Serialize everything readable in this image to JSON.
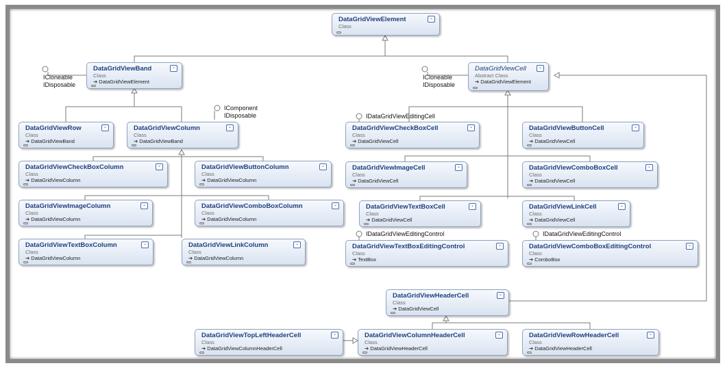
{
  "classes": {
    "dgv_element": {
      "name": "DataGridViewElement",
      "kind": "Class",
      "base": ""
    },
    "dgv_band": {
      "name": "DataGridViewBand",
      "kind": "Class",
      "base": "DataGridViewElement"
    },
    "dgv_cell": {
      "name": "DataGridViewCell",
      "kind": "Abstract Class",
      "base": "DataGridViewElement"
    },
    "dgv_row": {
      "name": "DataGridViewRow",
      "kind": "Class",
      "base": "DataGridViewBand"
    },
    "dgv_column": {
      "name": "DataGridViewColumn",
      "kind": "Class",
      "base": "DataGridViewBand"
    },
    "dgv_checkbox_column": {
      "name": "DataGridViewCheckBoxColumn",
      "kind": "Class",
      "base": "DataGridViewColumn"
    },
    "dgv_button_column": {
      "name": "DataGridViewButtonColumn",
      "kind": "Class",
      "base": "DataGridViewColumn"
    },
    "dgv_image_column": {
      "name": "DataGridViewImageColumn",
      "kind": "Class",
      "base": "DataGridViewColumn"
    },
    "dgv_combobox_column": {
      "name": "DataGridViewComboBoxColumn",
      "kind": "Class",
      "base": "DataGridViewColumn"
    },
    "dgv_textbox_column": {
      "name": "DataGridViewTextBoxColumn",
      "kind": "Class",
      "base": "DataGridViewColumn"
    },
    "dgv_link_column": {
      "name": "DataGridViewLinkColumn",
      "kind": "Class",
      "base": "DataGridViewColumn"
    },
    "dgv_checkbox_cell": {
      "name": "DataGridViewCheckBoxCell",
      "kind": "Class",
      "base": "DataGridViewCell"
    },
    "dgv_button_cell": {
      "name": "DataGridViewButtonCell",
      "kind": "Class",
      "base": "DataGridViewCell"
    },
    "dgv_image_cell": {
      "name": "DataGridViewImageCell",
      "kind": "Class",
      "base": "DataGridViewCell"
    },
    "dgv_combobox_cell": {
      "name": "DataGridViewComboBoxCell",
      "kind": "Class",
      "base": "DataGridViewCell"
    },
    "dgv_textbox_cell": {
      "name": "DataGridViewTextBoxCell",
      "kind": "Class",
      "base": "DataGridViewCell"
    },
    "dgv_link_cell": {
      "name": "DataGridViewLinkCell",
      "kind": "Class",
      "base": "DataGridViewCell"
    },
    "dgv_textbox_editing_control": {
      "name": "DataGridViewTextBoxEditingControl",
      "kind": "Class",
      "base": "TextBox"
    },
    "dgv_combobox_editing_control": {
      "name": "DataGridViewComboBoxEditingControl",
      "kind": "Class",
      "base": "ComboBox"
    },
    "dgv_header_cell": {
      "name": "DataGridViewHeaderCell",
      "kind": "Class",
      "base": "DataGridViewCell"
    },
    "dgv_topleft_header_cell": {
      "name": "DataGridViewTopLeftHeaderCell",
      "kind": "Class",
      "base": "DataGridViewColumnHeaderCell"
    },
    "dgv_column_header_cell": {
      "name": "DataGridViewColumnHeaderCell",
      "kind": "Class",
      "base": "DataGridViewHeaderCell"
    },
    "dgv_row_header_cell": {
      "name": "DataGridViewRowHeaderCell",
      "kind": "Class",
      "base": "DataGridViewHeaderCell"
    }
  },
  "interfaces": {
    "band_cloneable": "ICloneable",
    "band_disposable": "IDisposable",
    "column_component": "IComponent",
    "column_disposable": "IDisposable",
    "cell_cloneable": "ICloneable",
    "cell_disposable": "IDisposable",
    "checkbox_cell_editing": "IDataGridViewEditingCell",
    "textbox_editing_control": "IDataGridViewEditingControl",
    "combobox_editing_control": "IDataGridViewEditingControl"
  },
  "colors": {
    "title": "#1f3f7f",
    "box_border": "#8fa1bd",
    "line": "#7a7a7a",
    "frame": "#8a8a8a"
  },
  "icons": {
    "expander": "double-chevron-down-icon",
    "inheritance": "arrow-right-icon",
    "interface": "lollipop-icon"
  }
}
